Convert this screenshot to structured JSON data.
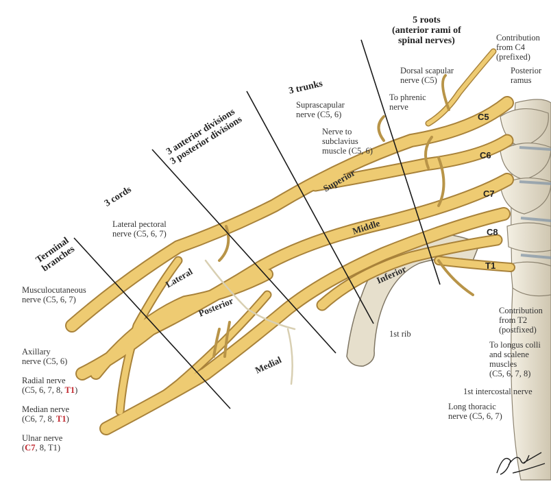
{
  "headers": {
    "roots_l1": "5 roots",
    "roots_l2": "(anterior rami of",
    "roots_l3": "spinal nerves)",
    "trunks": "3 trunks",
    "divisions_l1": "3 anterior divisions",
    "divisions_l2": "3 posterior divisions",
    "cords": "3 cords",
    "terminal_l1": "Terminal",
    "terminal_l2": "branches"
  },
  "trunk_labels": {
    "superior": "Superior",
    "middle": "Middle",
    "inferior": "Inferior"
  },
  "cord_labels": {
    "lateral": "Lateral",
    "posterior": "Posterior",
    "medial": "Medial"
  },
  "root_labels": {
    "c5": "C5",
    "c6": "C6",
    "c7": "C7",
    "c8": "C8",
    "t1": "T1"
  },
  "labels": {
    "contribution_c4": [
      "Contribution",
      "from C4",
      "(prefixed)"
    ],
    "posterior_ramus": [
      "Posterior",
      "ramus"
    ],
    "dorsal_scapular": [
      "Dorsal scapular",
      "nerve (C5)"
    ],
    "phrenic": [
      "To phrenic",
      "nerve"
    ],
    "suprascapular": [
      "Suprascapular",
      "nerve (C5, 6)"
    ],
    "subclavius": [
      "Nerve to",
      "subclavius",
      "muscle (C5, 6)"
    ],
    "lateral_pectoral": [
      "Lateral pectoral",
      "nerve (C5, 6, 7)"
    ],
    "musculocutaneous": [
      "Musculocutaneous",
      "nerve (C5, 6, 7)"
    ],
    "axillary": [
      "Axillary",
      "nerve (C5, 6)"
    ],
    "radial_l1": "Radial nerve",
    "radial_l2_pre": "(C5, 6, 7,  8, ",
    "radial_l2_red": "T1",
    "radial_l2_post": ")",
    "median_l1": "Median nerve",
    "median_l2_pre": "(C6, 7,  8, ",
    "median_l2_red": "T1",
    "median_l2_post": ")",
    "ulnar_l1": "Ulnar nerve",
    "ulnar_l2_pre": "(",
    "ulnar_l2_red": "C7",
    "ulnar_l2_post": ", 8, T1)",
    "first_rib": "1st rib",
    "contribution_t2": [
      "Contribution",
      "from T2",
      "(postfixed)"
    ],
    "longus_colli": [
      "To longus colli",
      "and scalene",
      "muscles",
      "(C5, 6, 7,  8)"
    ],
    "first_intercostal": "1st intercostal nerve",
    "long_thoracic": [
      "Long thoracic",
      "nerve (C5, 6, 7)"
    ],
    "signature": "F. Netter M.D."
  },
  "colors": {
    "nerve_fill": "#eecb72",
    "nerve_edge": "#a8823a",
    "bone_fill": "#ece6d6",
    "bone_edge": "#8c8370",
    "red_text": "#c0262d"
  }
}
